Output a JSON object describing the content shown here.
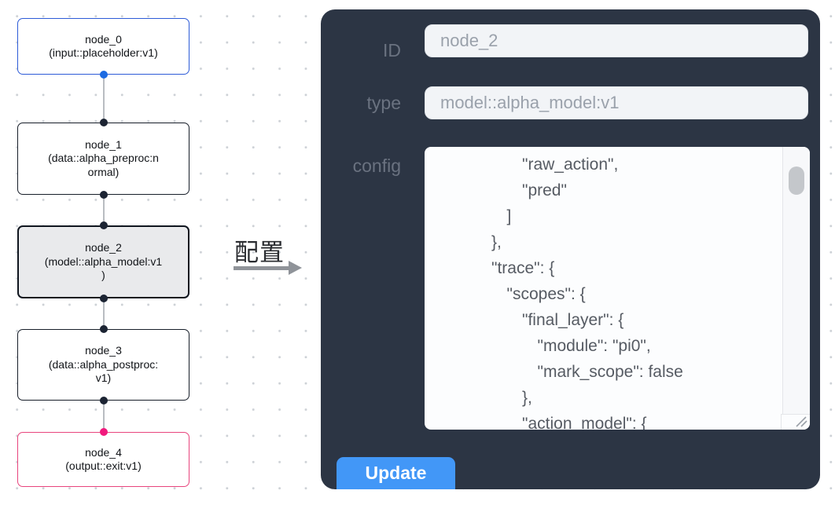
{
  "canvas": {
    "nodes": [
      {
        "id": "node_0",
        "lines": [
          "node_0",
          "(input::placeholder:v1)"
        ],
        "variant": "input"
      },
      {
        "id": "node_1",
        "lines": [
          "node_1",
          "(data::alpha_preproc:n",
          "ormal)"
        ],
        "variant": "default"
      },
      {
        "id": "node_2",
        "lines": [
          "node_2",
          "(model::alpha_model:v1",
          ")"
        ],
        "variant": "selected"
      },
      {
        "id": "node_3",
        "lines": [
          "node_3",
          "(data::alpha_postproc:",
          "v1)"
        ],
        "variant": "default"
      },
      {
        "id": "node_4",
        "lines": [
          "node_4",
          "(output::exit:v1)"
        ],
        "variant": "output"
      }
    ]
  },
  "annotation": {
    "label": "配置"
  },
  "panel": {
    "fields": [
      {
        "label": "ID",
        "value": "node_2"
      },
      {
        "label": "type",
        "value": "model::alpha_model:v1"
      }
    ],
    "config_label": "config",
    "config_lines": [
      {
        "indent": 2,
        "text": "\"raw_action\","
      },
      {
        "indent": 2,
        "text": "\"pred\""
      },
      {
        "indent": 1,
        "text": "]"
      },
      {
        "indent": 0,
        "text": "},"
      },
      {
        "indent": 0,
        "text": "\"trace\": {"
      },
      {
        "indent": 1,
        "text": "\"scopes\": {"
      },
      {
        "indent": 2,
        "text": "\"final_layer\": {"
      },
      {
        "indent": 3,
        "text": "\"module\": \"pi0\","
      },
      {
        "indent": 3,
        "text": "\"mark_scope\": false"
      },
      {
        "indent": 2,
        "text": "},"
      },
      {
        "indent": 2,
        "text": "\"action_model\": {"
      }
    ],
    "update_label": "Update"
  },
  "colors": {
    "panel_background": "#2c3544",
    "input_node_border": "#2d5bd7",
    "output_node_border": "#e8447d",
    "selected_node_background": "#e9eaec",
    "default_node_border": "#171e29",
    "blue_port": "#1d6be2",
    "pink_port": "#f1197d",
    "dark_port": "#1c2433",
    "update_button": "#4297f7"
  }
}
